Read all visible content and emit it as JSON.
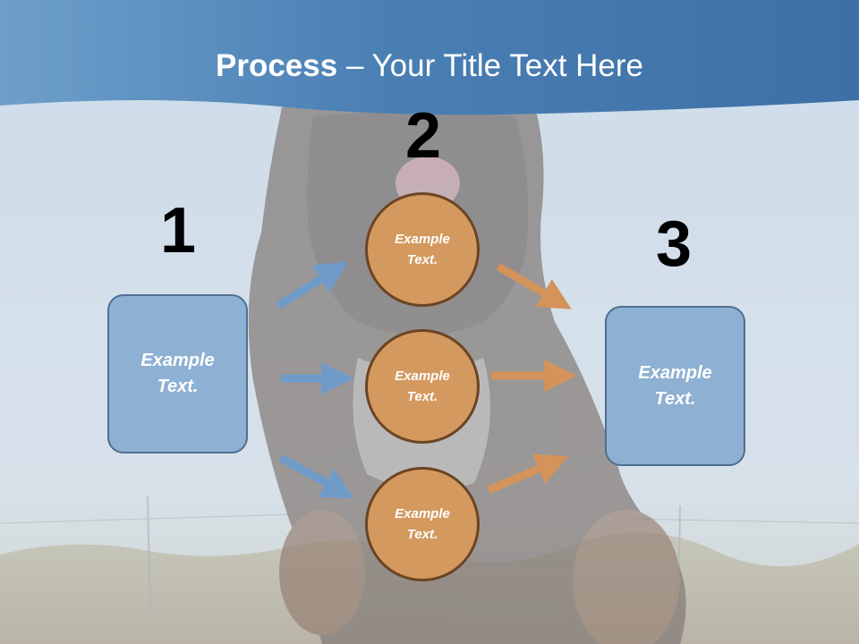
{
  "title": {
    "bold": "Process",
    "rest": " – Your Title Text Here"
  },
  "steps": [
    {
      "number": "1"
    },
    {
      "number": "2"
    },
    {
      "number": "3"
    }
  ],
  "left_box": {
    "text": "Example Text."
  },
  "circles": [
    {
      "text": "Example Text."
    },
    {
      "text": "Example Text."
    },
    {
      "text": "Example Text."
    }
  ],
  "right_box": {
    "text": "Example Text."
  },
  "colors": {
    "header_blue": "#3f76ad",
    "box_fill": "#8eb0d2",
    "box_border": "#4f6f92",
    "circle_fill": "#d4995f",
    "circle_border": "#6b4423",
    "arrow_blue": "#6f9bc9",
    "arrow_orange": "#d3935a"
  }
}
